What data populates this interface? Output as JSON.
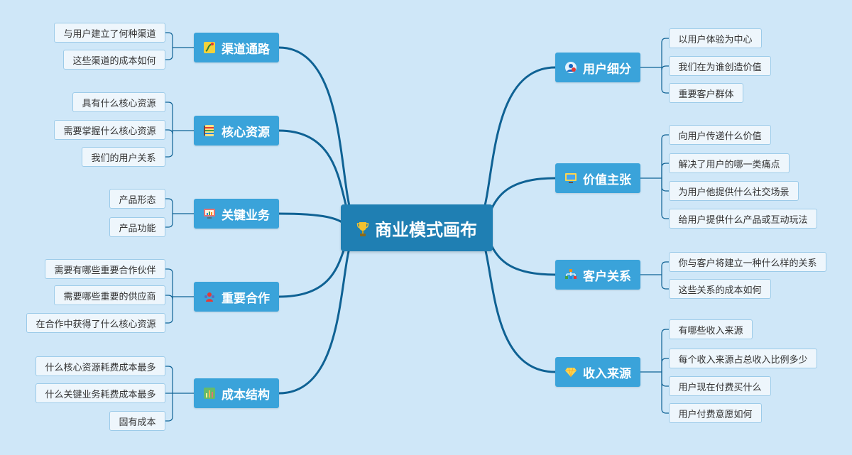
{
  "center": {
    "title": "商业模式画布",
    "icon": "trophy-icon"
  },
  "colors": {
    "background": "#cfe7f8",
    "center": "#1f7fb3",
    "branch": "#3aa3da",
    "link": "#0f6294",
    "leaf_bg": "#eef6fc",
    "leaf_border": "#9ccbe9"
  },
  "branches": [
    {
      "label": "渠道通路",
      "icon": "route-map-icon",
      "side": "left",
      "children": [
        "与用户建立了何种渠道",
        "这些渠道的成本如何"
      ]
    },
    {
      "label": "核心资源",
      "icon": "resources-binder-icon",
      "side": "left",
      "children": [
        "具有什么核心资源",
        "需要掌握什么核心资源",
        "我们的用户关系"
      ]
    },
    {
      "label": "关键业务",
      "icon": "monitor-chart-icon",
      "side": "left",
      "children": [
        "产品形态",
        "产品功能"
      ]
    },
    {
      "label": "重要合作",
      "icon": "team-people-icon",
      "side": "left",
      "children": [
        "需要有哪些重要合作伙伴",
        "需要哪些重要的供应商",
        "在合作中获得了什么核心资源"
      ]
    },
    {
      "label": "成本结构",
      "icon": "cost-chart-icon",
      "side": "left",
      "children": [
        "什么核心资源耗费成本最多",
        "什么关键业务耗费成本最多",
        "固有成本"
      ]
    },
    {
      "label": "用户细分",
      "icon": "user-globe-icon",
      "side": "right",
      "children": [
        "以用户体验为中心",
        "我们在为谁创造价值",
        "重要客户群体"
      ]
    },
    {
      "label": "价值主张",
      "icon": "display-screen-icon",
      "side": "right",
      "children": [
        "向用户传递什么价值",
        "解决了用户的哪一类痛点",
        "为用户他提供什么社交场景",
        "给用户提供什么产品或互动玩法"
      ]
    },
    {
      "label": "客户关系",
      "icon": "org-chart-icon",
      "side": "right",
      "children": [
        "你与客户将建立一种什么样的关系",
        "这些关系的成本如何"
      ]
    },
    {
      "label": "收入来源",
      "icon": "diamond-icon",
      "side": "right",
      "children": [
        "有哪些收入来源",
        "每个收入来源占总收入比例多少",
        "用户现在付费买什么",
        "用户付费意愿如何"
      ]
    }
  ]
}
